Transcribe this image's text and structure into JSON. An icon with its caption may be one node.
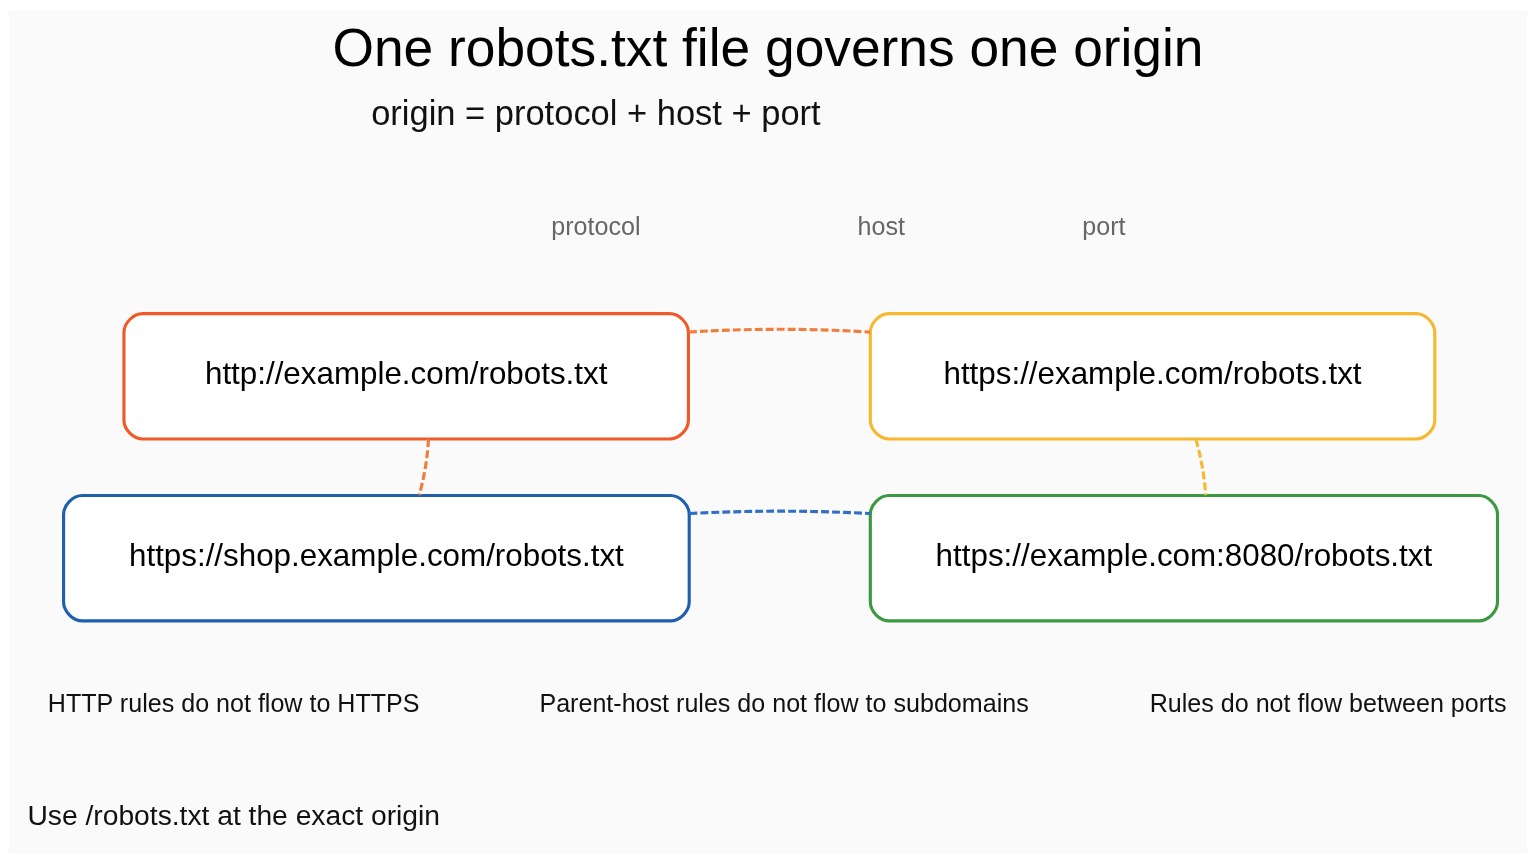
{
  "diagram": {
    "title": "One robots.txt file governs one origin",
    "nodes": [
      {
        "text": [
          "http://example.com/robots.txt"
        ]
      },
      {
        "text": [
          "https://example.com/robots.txt"
        ]
      },
      {
        "text": [
          "https://shop.example.com/robots.txt"
        ]
      },
      {
        "text": [
          "https://example.com:8080/robots.txt"
        ]
      }
    ],
    "edges": [
      {
        "from": 0,
        "to": 1,
        "arrow": "none",
        "style": "dashed",
        "color": "#f07d3c"
      },
      {
        "from": 0,
        "to": 2,
        "arrow": "none",
        "style": "dashed",
        "color": "#f07d3c"
      },
      {
        "from": 1,
        "to": 3,
        "arrow": "none",
        "style": "dashed",
        "color": "#f5b82e"
      },
      {
        "from": 2,
        "to": 3,
        "arrow": "none",
        "style": "dashed",
        "color": "#2f6fc4"
      }
    ],
    "labels": [
      "origin = protocol + host + port",
      "protocol",
      "host",
      "port",
      "HTTP rules do not flow to HTTPS",
      "Parent-host rules do not flow to subdomains",
      "Rules do not flow between ports",
      "Use /robots.txt at the exact origin"
    ]
  }
}
